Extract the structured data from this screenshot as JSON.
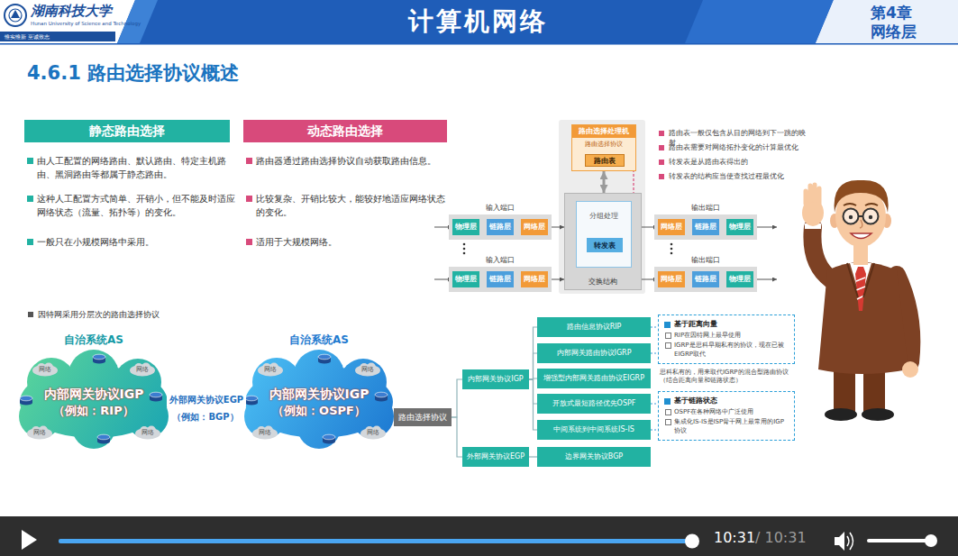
{
  "diagram": {
    "title": "计算机网络",
    "nodes": [
      {
        "text": [
          "静态路由选择"
        ]
      },
      {
        "text": [
          "动态路由选择"
        ]
      },
      {
        "text": [
          "路由选择处理机",
          "路由选择协议"
        ]
      },
      {
        "text": [
          "路由表"
        ],
        "in": 2
      },
      {
        "text": [
          "交换结构"
        ]
      },
      {
        "text": [
          "分组处理"
        ],
        "in": 4
      },
      {
        "text": [
          "转发表"
        ],
        "in": 5
      },
      {
        "text": [
          "输入端口"
        ]
      },
      {
        "text": [
          "物理层"
        ],
        "in": 7
      },
      {
        "text": [
          "链路层"
        ],
        "in": 7
      },
      {
        "text": [
          "网络层"
        ],
        "in": 7
      },
      {
        "text": [
          "输入端口"
        ]
      },
      {
        "text": [
          "物理层"
        ],
        "in": 11
      },
      {
        "text": [
          "链路层"
        ],
        "in": 11
      },
      {
        "text": [
          "网络层"
        ],
        "in": 11
      },
      {
        "text": [
          "输出端口"
        ]
      },
      {
        "text": [
          "网络层"
        ],
        "in": 15
      },
      {
        "text": [
          "链路层"
        ],
        "in": 15
      },
      {
        "text": [
          "物理层"
        ],
        "in": 15
      },
      {
        "text": [
          "输出端口"
        ]
      },
      {
        "text": [
          "网络层"
        ],
        "in": 19
      },
      {
        "text": [
          "链路层"
        ],
        "in": 19
      },
      {
        "text": [
          "物理层"
        ],
        "in": 19
      },
      {
        "text": [
          "自治系统AS",
          "内部网关协议IGP",
          "（例如：RIP）"
        ]
      },
      {
        "text": [
          "网络"
        ],
        "in": 23
      },
      {
        "text": [
          "网络"
        ],
        "in": 23
      },
      {
        "text": [
          "网络"
        ],
        "in": 23
      },
      {
        "text": [
          "网络"
        ],
        "in": 23
      },
      {
        "text": [
          "自治系统AS",
          "内部网关协议IGP",
          "（例如：OSPF）"
        ]
      },
      {
        "text": [
          "网络"
        ],
        "in": 28
      },
      {
        "text": [
          "网络"
        ],
        "in": 28
      },
      {
        "text": [
          "网络"
        ],
        "in": 28
      },
      {
        "text": [
          "网络"
        ],
        "in": 28
      },
      {
        "text": [
          "路由选择协议"
        ]
      },
      {
        "text": [
          "内部网关协议IGP"
        ]
      },
      {
        "text": [
          "外部网关协议EGP"
        ]
      },
      {
        "text": [
          "路由信息协议RIP"
        ]
      },
      {
        "text": [
          "内部网关路由协议IGRP"
        ]
      },
      {
        "text": [
          "增强型内部网关路由协议EIGRP"
        ]
      },
      {
        "text": [
          "开放式最短路径优先OSPF"
        ]
      },
      {
        "text": [
          "中间系统到中间系统IS-IS"
        ]
      },
      {
        "text": [
          "边界网关协议BGP"
        ]
      },
      {
        "text": [
          "基于距离向量",
          "RIP在因特网上最早使用",
          "IGRP是思科早期私有的协议，现在已被EIGRP取代"
        ]
      },
      {
        "text": [
          "基于链路状态",
          "OSPF在各种网络中广泛使用",
          "集成化IS-IS是ISP骨干网上最常用的IGP协议"
        ]
      }
    ],
    "edges": [
      {
        "from": 8,
        "to": 9,
        "arrow": "to"
      },
      {
        "from": 9,
        "to": 10,
        "arrow": "to"
      },
      {
        "from": 10,
        "to": 4,
        "arrow": "to"
      },
      {
        "from": 12,
        "to": 13,
        "arrow": "to"
      },
      {
        "from": 13,
        "to": 14,
        "arrow": "to"
      },
      {
        "from": 14,
        "to": 4,
        "arrow": "to"
      },
      {
        "from": 4,
        "to": 16,
        "arrow": "to"
      },
      {
        "from": 16,
        "to": 17,
        "arrow": "to"
      },
      {
        "from": 17,
        "to": 18,
        "arrow": "to"
      },
      {
        "from": 4,
        "to": 20,
        "arrow": "to"
      },
      {
        "from": 20,
        "to": 21,
        "arrow": "to"
      },
      {
        "from": 21,
        "to": 22,
        "arrow": "to"
      },
      {
        "from": 2,
        "to": 4,
        "arrow": "both"
      },
      {
        "from": 3,
        "to": 6,
        "arrow": "to"
      },
      {
        "from": 23,
        "to": 28,
        "label": "外部网关协议EGP",
        "arrow": "none"
      },
      {
        "from": 33,
        "to": 34,
        "arrow": "none"
      },
      {
        "from": 33,
        "to": 35,
        "arrow": "none"
      },
      {
        "from": 34,
        "to": 36,
        "arrow": "none"
      },
      {
        "from": 34,
        "to": 37,
        "arrow": "none"
      },
      {
        "from": 34,
        "to": 38,
        "arrow": "none"
      },
      {
        "from": 34,
        "to": 39,
        "arrow": "none"
      },
      {
        "from": 34,
        "to": 40,
        "arrow": "none"
      },
      {
        "from": 35,
        "to": 41,
        "arrow": "none"
      },
      {
        "from": 36,
        "to": 42,
        "arrow": "none"
      },
      {
        "from": 37,
        "to": 42,
        "arrow": "none"
      },
      {
        "from": 39,
        "to": 43,
        "arrow": "none"
      },
      {
        "from": 40,
        "to": 43,
        "arrow": "none"
      }
    ],
    "labels": [
      "湖南科技大学",
      "Hunan University of Science and Technology",
      "惟实惟新 至诚致志",
      "第4章",
      "网络层",
      "4.6.1 路由选择协议概述",
      "由人工配置的网络路由、默认路由、特定主机路由、黑洞路由等都属于静态路由。",
      "这种人工配置方式简单、开销小，但不能及时适应网络状态（流量、拓扑等）的变化。",
      "一般只在小规模网络中采用。",
      "路由器通过路由选择协议自动获取路由信息。",
      "比较复杂、开销比较大，能较好地适应网络状态的变化。",
      "适用于大规模网络。",
      "路由表一般仅包含从目的网络到下一跳的映射",
      "路由表需要对网络拓扑变化的计算最优化",
      "转发表是从路由表得出的",
      "转发表的结构应当使查找过程最优化",
      "因特网采用分层次的路由选择协议",
      "（例如：BGP）",
      "思科私有的，用来取代IGRP的混合型路由协议（结合距离向量和链路状态）",
      "10:31",
      "/ 10:31"
    ]
  }
}
